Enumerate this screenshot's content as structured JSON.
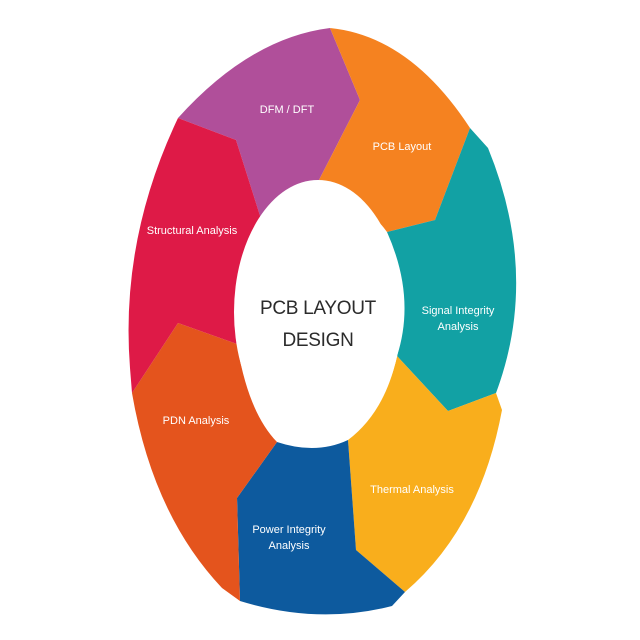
{
  "center": {
    "title_line1": "PCB LAYOUT",
    "title_line2": "DESIGN",
    "color": "#ffffff"
  },
  "segments": [
    {
      "id": "dfm-dft",
      "line1": "DFM / DFT",
      "line2": "",
      "color": "#b04f9a"
    },
    {
      "id": "pcb-layout",
      "line1": "PCB Layout",
      "line2": "",
      "color": "#f58220"
    },
    {
      "id": "signal-integrity",
      "line1": "Signal Integrity",
      "line2": "Analysis",
      "color": "#12a1a4"
    },
    {
      "id": "thermal",
      "line1": "Thermal Analysis",
      "line2": "",
      "color": "#f9ae1c"
    },
    {
      "id": "power-integrity",
      "line1": "Power Integrity",
      "line2": "Analysis",
      "color": "#0d5a9e"
    },
    {
      "id": "pdn",
      "line1": "PDN Analysis",
      "line2": "",
      "color": "#e4541d"
    },
    {
      "id": "structural",
      "line1": "Structural Analysis",
      "line2": "",
      "color": "#de1a47"
    }
  ]
}
